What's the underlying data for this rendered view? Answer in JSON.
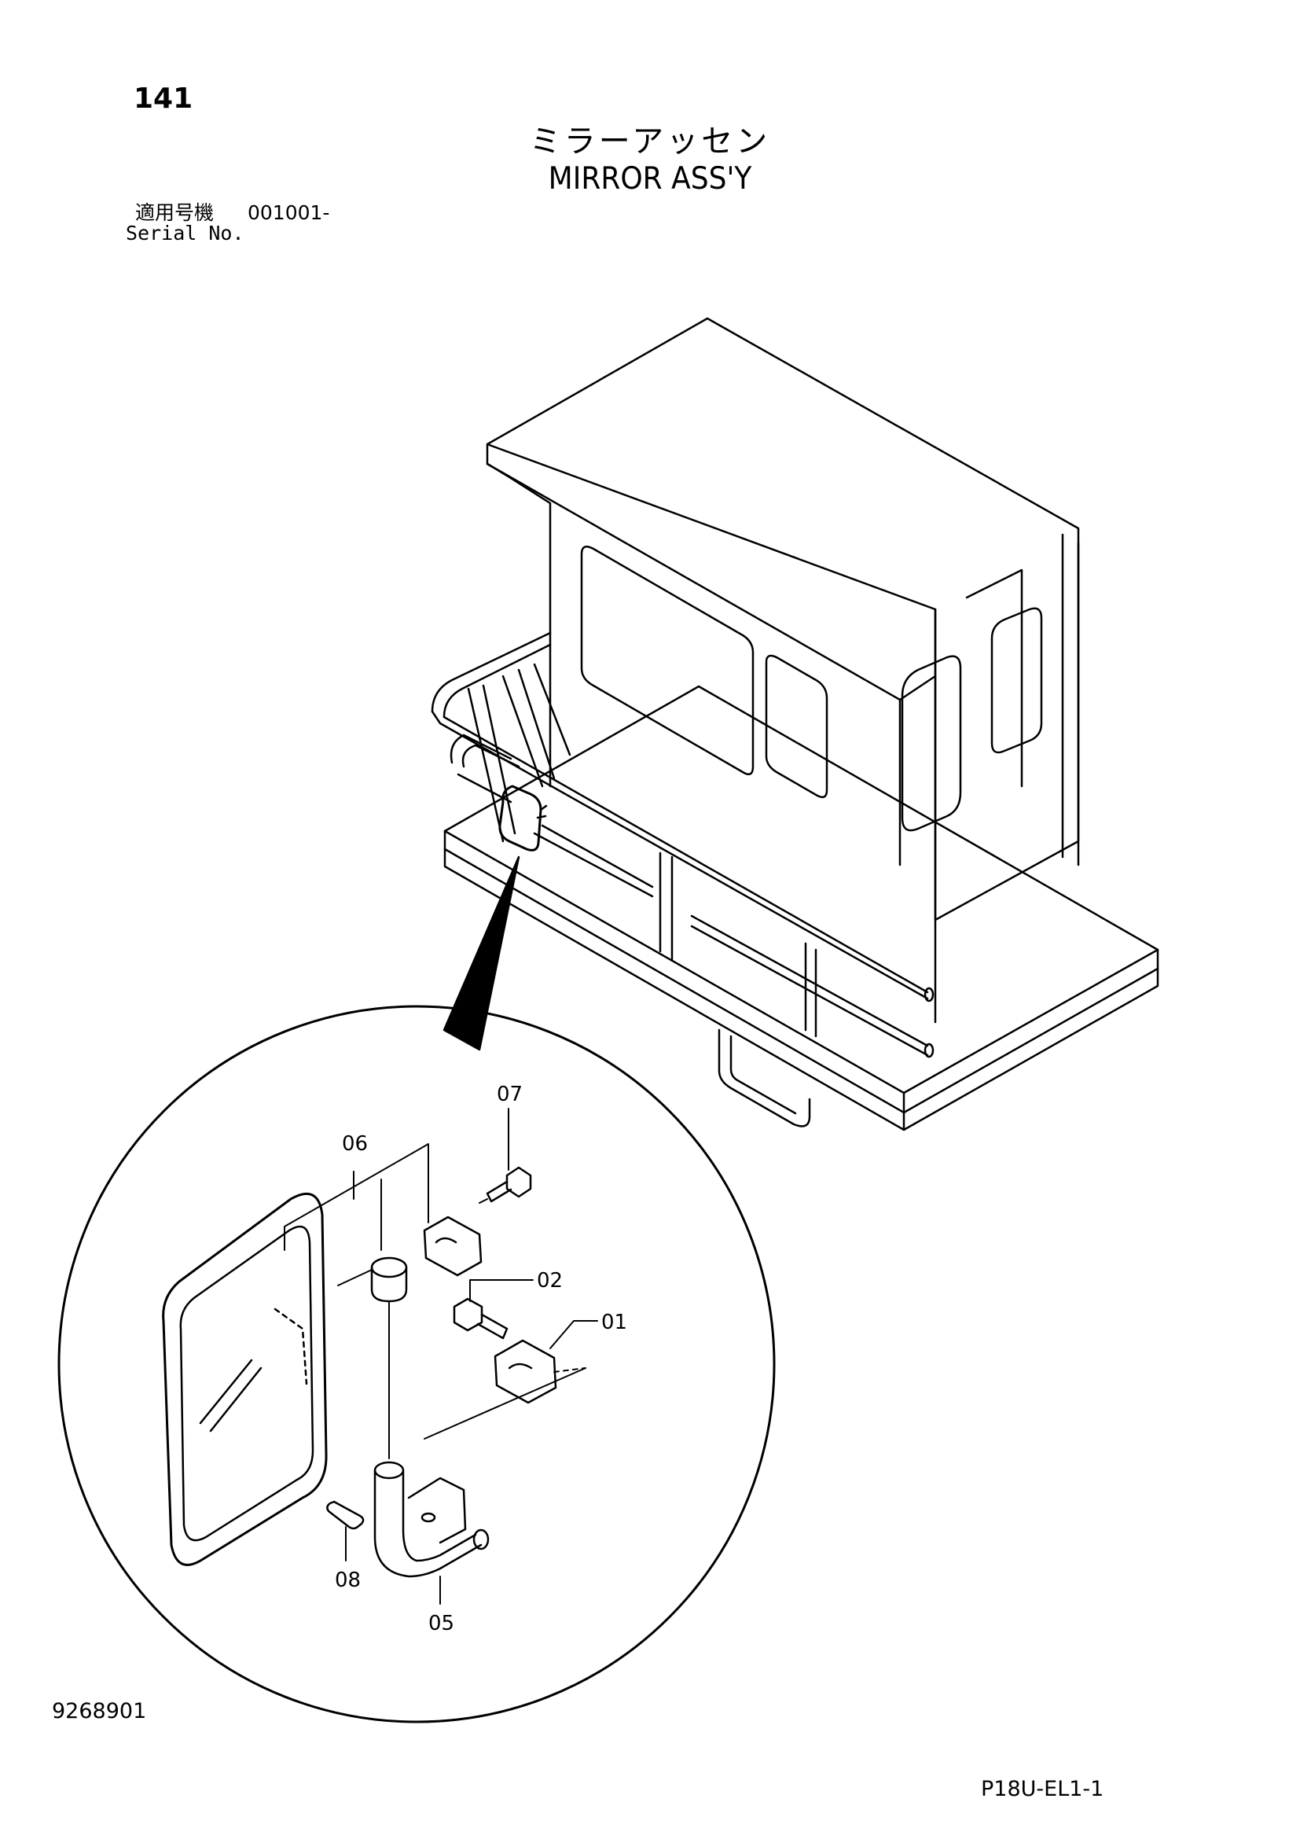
{
  "header": {
    "page_number": "141",
    "title_jp": "ミラーアッセン",
    "title_en": "MIRROR ASS'Y",
    "serial_label_jp": "適用号機",
    "serial_value": "001001-",
    "serial_label_en": "Serial No."
  },
  "callouts": [
    {
      "id": "01",
      "label": "01"
    },
    {
      "id": "02",
      "label": "02"
    },
    {
      "id": "05",
      "label": "05"
    },
    {
      "id": "06",
      "label": "06"
    },
    {
      "id": "07",
      "label": "07"
    },
    {
      "id": "08",
      "label": "08"
    }
  ],
  "footer": {
    "drawing_number": "9268901",
    "model_code": "P18U-EL1-1"
  }
}
